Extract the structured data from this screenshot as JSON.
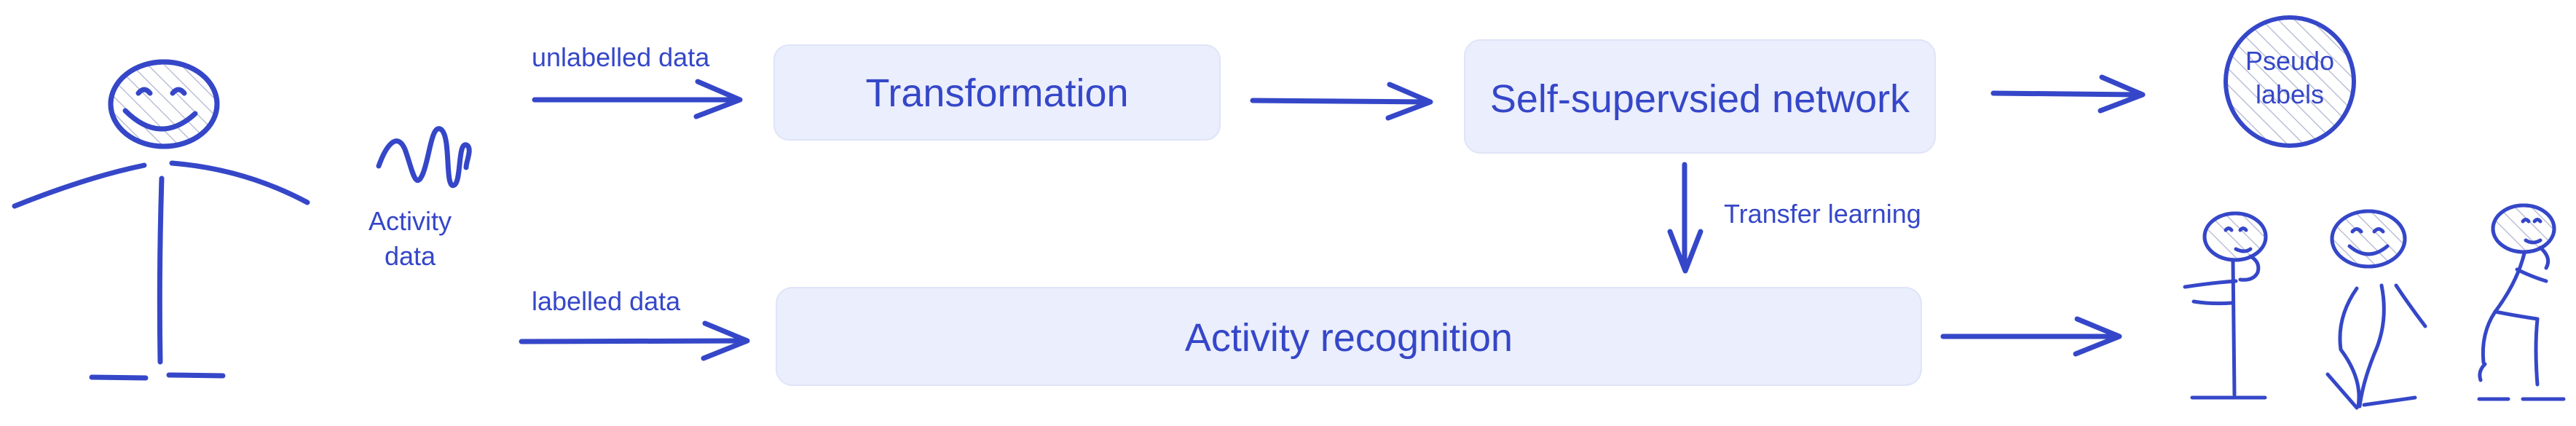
{
  "diagram": {
    "colors": {
      "stroke": "#3547c8",
      "box_fill": "#ebeefc",
      "box_border": "#dfe4f8",
      "text": "#3547c8",
      "hatch": "#8b94b8"
    },
    "labels": {
      "activity_data_line1": "Activity",
      "activity_data_line2": "data",
      "unlabelled_data": "unlabelled data",
      "labelled_data": "labelled data",
      "transfer_learning": "Transfer learning",
      "pseudo_line1": "Pseudo",
      "pseudo_line2": "labels"
    },
    "boxes": {
      "transformation": "Transformation",
      "self_supervised": "Self-supervsied network",
      "activity_recognition": "Activity recognition"
    },
    "icons": {
      "person": "stick-figure-person-icon",
      "signal": "activity-signal-icon",
      "pseudo_circle": "pseudo-label-circle-icon",
      "people": [
        "thinking-person-icon",
        "walking-person-icon",
        "kneeling-person-icon"
      ]
    }
  }
}
